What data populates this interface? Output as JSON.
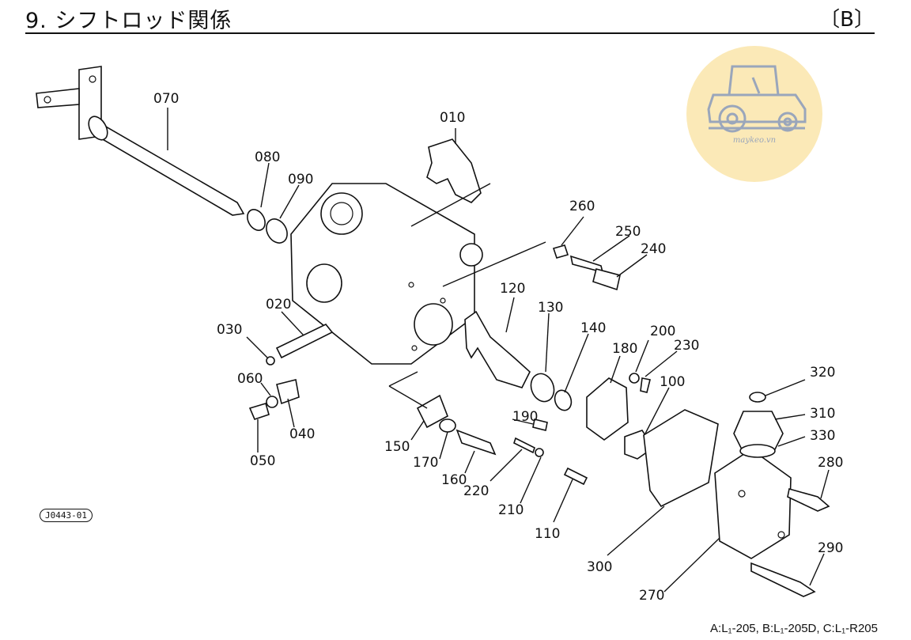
{
  "header": {
    "title": "9. シフトロッド関係",
    "code": "〔B〕"
  },
  "watermark": {
    "text": "maykeo.vn"
  },
  "figure_id": "J0443-01",
  "footer": {
    "models": "A:L₁-205, B:L₁-205D, C:L₁-R205"
  },
  "parts": {
    "p010": "010",
    "p020": "020",
    "p030": "030",
    "p040": "040",
    "p050": "050",
    "p060": "060",
    "p070": "070",
    "p080": "080",
    "p090": "090",
    "p100": "100",
    "p110": "110",
    "p120": "120",
    "p130": "130",
    "p140": "140",
    "p150": "150",
    "p160": "160",
    "p170": "170",
    "p180": "180",
    "p190": "190",
    "p200": "200",
    "p210": "210",
    "p220": "220",
    "p230": "230",
    "p240": "240",
    "p250": "250",
    "p260": "260",
    "p270": "270",
    "p280": "280",
    "p290": "290",
    "p300": "300",
    "p310": "310",
    "p320": "320",
    "p330": "330"
  }
}
